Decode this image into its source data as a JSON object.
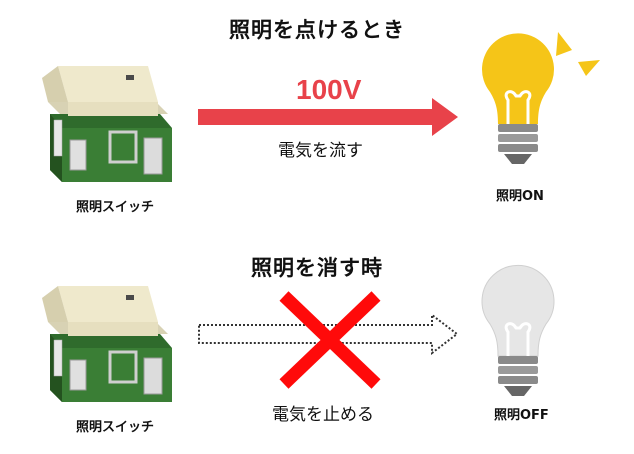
{
  "on_section": {
    "heading": "照明を点けるとき",
    "voltage": "100V",
    "flow_text": "電気を流す",
    "switch_label": "照明スイッチ",
    "bulb_label": "照明ON"
  },
  "off_section": {
    "heading": "照明を消す時",
    "flow_text": "電気を止める",
    "switch_label": "照明スイッチ",
    "bulb_label": "照明OFF"
  },
  "colors": {
    "arrow_red": "#e8424a",
    "voltage_text": "#e8424a",
    "cross_red": "#ff0a0a",
    "bulb_on": "#f5c518",
    "bulb_off": "#e6e6e6",
    "rays": "#f5c518",
    "switch_body": "#2f6b2c",
    "switch_plate": "#efe9cc"
  }
}
